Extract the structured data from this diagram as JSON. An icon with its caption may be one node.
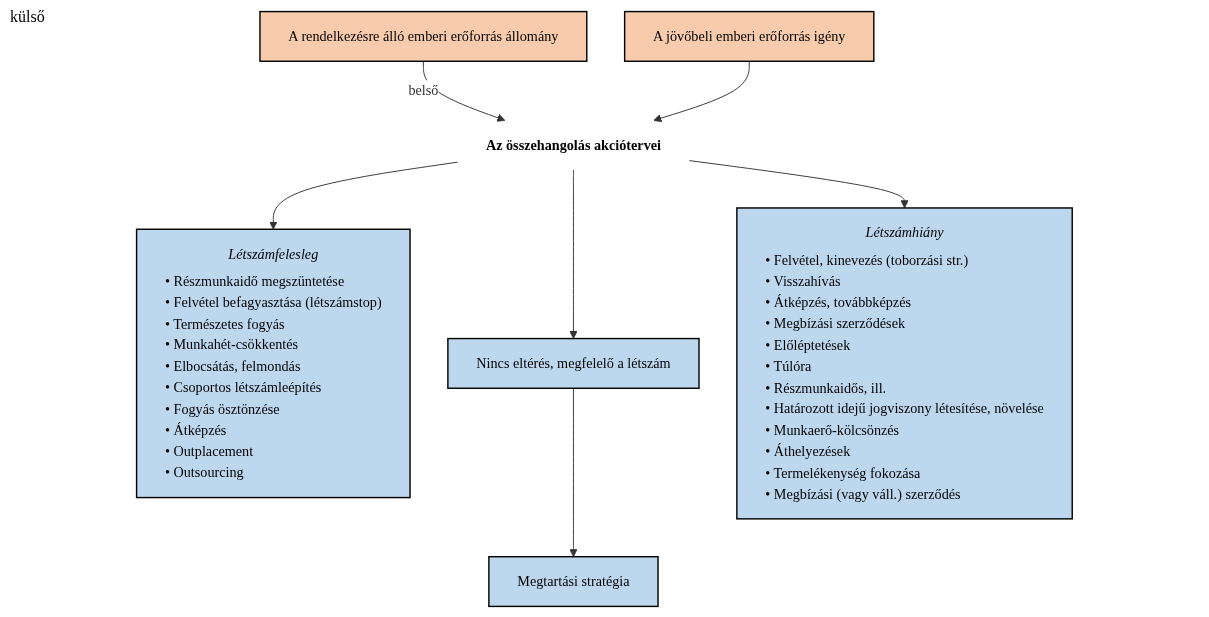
{
  "diagram": {
    "nodes": [
      {
        "text": [
          "A rendelkezésre álló emberi erőforrás állomány"
        ]
      },
      {
        "text": [
          "A jövőbeli emberi erőforrás igény"
        ]
      },
      {
        "text": [
          "Az összehangolás akciótervei"
        ]
      },
      {
        "text": [
          "Létszámfelesleg",
          "• Részmunkaidő megszüntetése",
          "• Felvétel befagyasztása (létszámstop)",
          "• Természetes fogyás",
          "• Munkahét-csökkentés",
          "• Elbocsátás, felmondás",
          "• Csoportos létszámleépítés",
          "• Fogyás ösztönzése",
          "• Átképzés",
          "• Outplacement",
          "• Outsourcing"
        ]
      },
      {
        "text": [
          "Nincs eltérés, megfelelő a létszám"
        ]
      },
      {
        "text": [
          "Megtartási stratégia"
        ]
      },
      {
        "text": [
          "Létszámhiány",
          "• Felvétel, kinevezés (toborzási str.)",
          "• Visszahívás",
          "• Átképzés, továbbképzés",
          "• Megbízási szerződések",
          "• Előléptetések",
          "• Túlóra",
          "• Részmunkaidős, ill.",
          "• Határozott idejű jogviszony létesítése, növelése",
          "• Munkaerő-kölcsönzés",
          "• Áthelyezések",
          "• Termelékenység fokozása",
          "• Megbízási (vagy váll.) szerződés"
        ]
      }
    ],
    "edges": [
      {
        "from": 0,
        "to": 2,
        "arrow": "to",
        "label": "belső"
      },
      {
        "from": 1,
        "to": 2,
        "arrow": "to"
      },
      {
        "from": 2,
        "to": 3,
        "arrow": "to"
      },
      {
        "from": 2,
        "to": 4,
        "arrow": "to"
      },
      {
        "from": 2,
        "to": 6,
        "arrow": "to"
      },
      {
        "from": 4,
        "to": 5,
        "arrow": "to"
      }
    ],
    "labels": [
      "külső"
    ]
  }
}
